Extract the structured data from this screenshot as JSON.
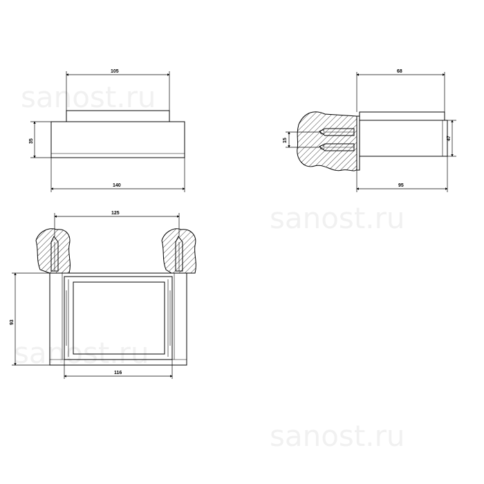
{
  "watermark": "sanost.ru",
  "dimensions": {
    "top_view_width": "105",
    "top_view_height": "35",
    "top_view_base": "140",
    "side_view_top": "68",
    "side_view_height": "47",
    "side_view_screw": "15",
    "side_view_depth": "95",
    "front_view_span": "125",
    "front_view_height": "93",
    "front_view_inner": "116"
  }
}
